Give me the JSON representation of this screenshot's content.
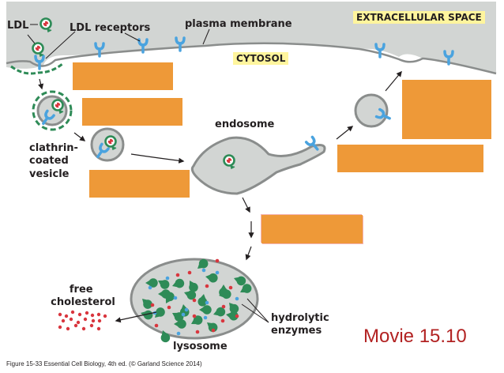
{
  "figure": {
    "labels": {
      "ldl": "LDL",
      "ldl_receptors": "LDL receptors",
      "plasma_membrane": "plasma membrane",
      "extracellular_space": "EXTRACELLULAR SPACE",
      "cytosol": "CYTOSOL",
      "clathrin_coated_vesicle": [
        "clathrin-",
        "coated",
        "vesicle"
      ],
      "endosome": "endosome",
      "free_cholesterol": [
        "free",
        "cholesterol"
      ],
      "hydrolytic_enzymes": [
        "hydrolytic",
        "enzymes"
      ],
      "lysosome": "lysosome"
    },
    "movie_label": "Movie 15.10",
    "caption": "Figure 15-33  Essential Cell Biology, 4th ed. (© Garland Science 2014)",
    "answer_boxes": [
      "",
      "",
      "",
      "",
      "",
      ""
    ],
    "colors": {
      "membrane_fill": "#d2d5d3",
      "membrane_stroke": "#8a8d8c",
      "receptor_blue": "#4aa3df",
      "clathrin_green": "#2e8b57",
      "ldl_red": "#d9363e",
      "answer_box": "#ee9938",
      "highlight_yellow": "#fff59d",
      "movie_red": "#b22222"
    }
  }
}
